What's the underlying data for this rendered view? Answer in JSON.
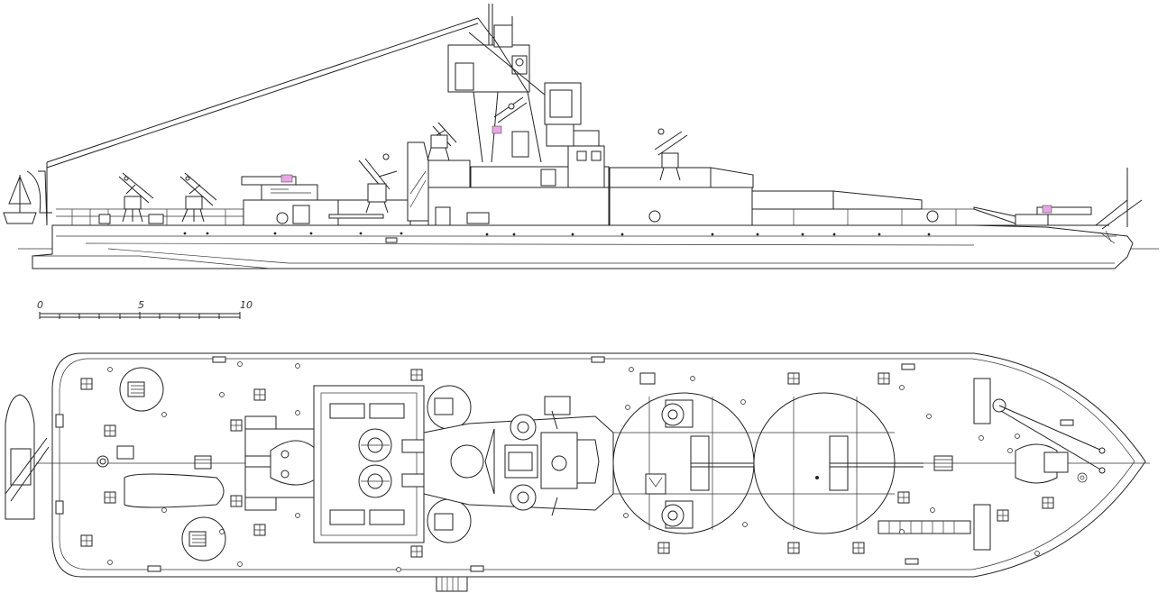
{
  "scale_bar": {
    "labels": [
      "0",
      "5",
      "10"
    ]
  },
  "colors": {
    "line": "#222222",
    "paper": "#ffffff",
    "gun_highlight": "#e9a6e6"
  },
  "views": [
    "side-elevation",
    "plan-view"
  ]
}
